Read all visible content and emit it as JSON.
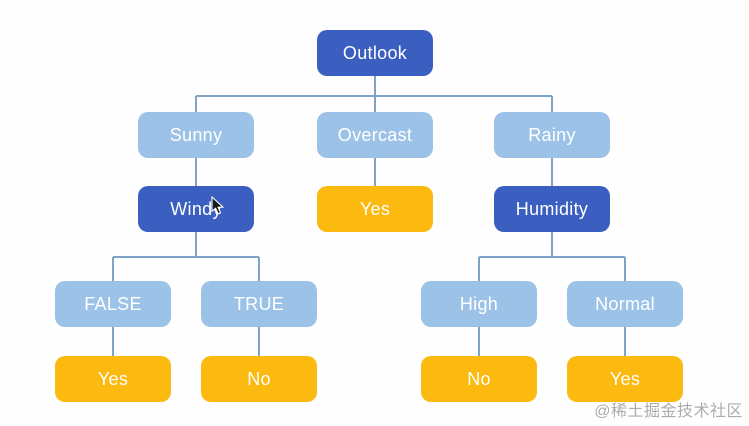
{
  "diagram": {
    "name": "decision-tree",
    "watermark": "@稀土掘金技术社区"
  },
  "colors": {
    "page-bg": "#fefefe",
    "node-decision": "#3b5fc0",
    "node-branch": "#9cc2e7",
    "node-leaf": "#fcb90f",
    "node-text": "#ffffff",
    "edge": "#7fa3c6",
    "watermark": "#a6a6a6"
  },
  "nodes": {
    "outlook": {
      "label": "Outlook",
      "role": "attribute"
    },
    "sunny": {
      "label": "Sunny",
      "role": "value"
    },
    "overcast": {
      "label": "Overcast",
      "role": "value"
    },
    "rainy": {
      "label": "Rainy",
      "role": "value"
    },
    "windy": {
      "label": "Windy",
      "role": "attribute"
    },
    "yes_overcast": {
      "label": "Yes",
      "role": "leaf"
    },
    "humidity": {
      "label": "Humidity",
      "role": "attribute"
    },
    "false": {
      "label": "FALSE",
      "role": "value"
    },
    "true": {
      "label": "TRUE",
      "role": "value"
    },
    "high": {
      "label": "High",
      "role": "value"
    },
    "normal": {
      "label": "Normal",
      "role": "value"
    },
    "yes_false": {
      "label": "Yes",
      "role": "leaf"
    },
    "no_true": {
      "label": "No",
      "role": "leaf"
    },
    "no_high": {
      "label": "No",
      "role": "leaf"
    },
    "yes_normal": {
      "label": "Yes",
      "role": "leaf"
    }
  },
  "tree": {
    "root": "Outlook",
    "edges": [
      [
        "Outlook",
        "Sunny"
      ],
      [
        "Outlook",
        "Overcast"
      ],
      [
        "Outlook",
        "Rainy"
      ],
      [
        "Sunny",
        "Windy"
      ],
      [
        "Overcast",
        "Yes"
      ],
      [
        "Rainy",
        "Humidity"
      ],
      [
        "Windy",
        "FALSE"
      ],
      [
        "Windy",
        "TRUE"
      ],
      [
        "Humidity",
        "High"
      ],
      [
        "Humidity",
        "Normal"
      ],
      [
        "FALSE",
        "Yes"
      ],
      [
        "TRUE",
        "No"
      ],
      [
        "High",
        "No"
      ],
      [
        "Normal",
        "Yes"
      ]
    ]
  }
}
